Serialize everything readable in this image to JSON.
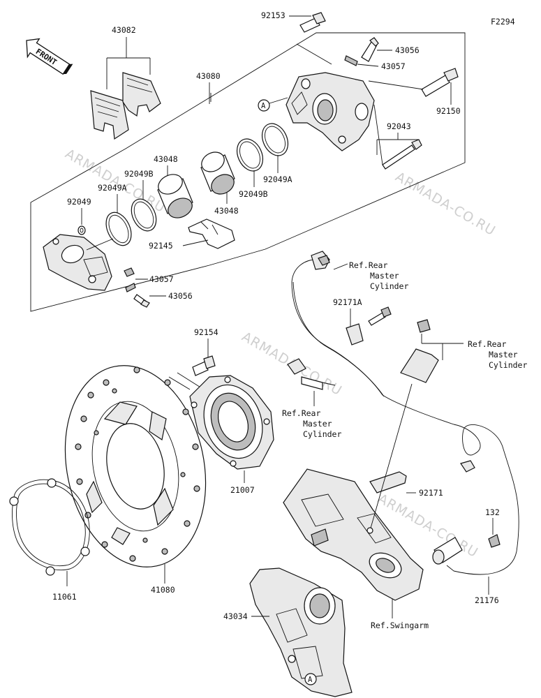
{
  "figure_code": "F2294",
  "front_label": "FRONT",
  "watermark": "ARMADA-CO.RU",
  "callouts": {
    "p43082": "43082",
    "p43080": "43080",
    "p92153": "92153",
    "p43056_top": "43056",
    "p43057_top": "43057",
    "p92150": "92150",
    "p92043": "92043",
    "pA_top": "A",
    "p43048_left": "43048",
    "p92049B_left": "92049B",
    "p92049A_left": "92049A",
    "p92049": "92049",
    "p43048_mid": "43048",
    "p92049B_mid": "92049B",
    "p92049A_mid": "92049A",
    "p92145": "92145",
    "p43057_bot": "43057",
    "p43056_bot": "43056",
    "p92154": "92154",
    "p21007": "21007",
    "p41080": "41080",
    "p11061": "11061",
    "p92171A": "92171A",
    "p92171": "92171",
    "p132": "132",
    "p21176": "21176",
    "p43034": "43034",
    "pA_bot": "A",
    "ref_swingarm": "Ref.Swingarm",
    "ref_rmc_1": [
      "Ref.Rear",
      "Master",
      "Cylinder"
    ],
    "ref_rmc_2": [
      "Ref.Rear",
      "Master",
      "Cylinder"
    ],
    "ref_rmc_3": [
      "Ref.Rear",
      "Master",
      "Cylinder"
    ]
  }
}
